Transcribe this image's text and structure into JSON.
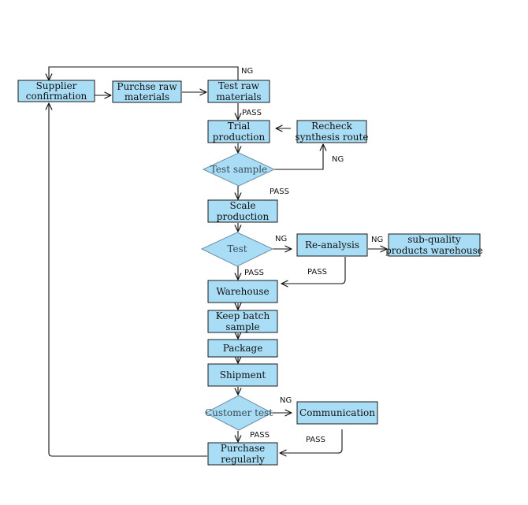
{
  "colors": {
    "node_fill": "#a9ddf5",
    "node_border": "#1a1a1a",
    "diamond_border": "#6d8fa8",
    "edge": "#111111"
  },
  "nodes": {
    "supplier": [
      "Supplier",
      "confirmation"
    ],
    "purchase_raw": [
      "Purchse raw",
      "materials"
    ],
    "test_raw": [
      "Test raw",
      "materials"
    ],
    "trial": [
      "Trial",
      "production"
    ],
    "recheck": [
      "Recheck",
      "synthesis route"
    ],
    "test_sample": [
      "Test sample"
    ],
    "scale": [
      "Scale",
      "production"
    ],
    "test": [
      "Test"
    ],
    "reanalysis": [
      "Re-analysis"
    ],
    "subquality": [
      "sub-quality",
      "products warehouse"
    ],
    "warehouse": [
      "Warehouse"
    ],
    "keep_batch": [
      "Keep batch",
      "sample"
    ],
    "package": [
      "Package"
    ],
    "shipment": [
      "Shipment"
    ],
    "customer_test": [
      "Customer test"
    ],
    "communication": [
      "Communication"
    ],
    "purchase_regularly": [
      "Purchase",
      "regularly"
    ]
  },
  "edge_labels": {
    "ng_top": "NG",
    "pass_test_raw": "PASS",
    "ng_test_sample": "NG",
    "pass_test_sample": "PASS",
    "ng_test": "NG",
    "ng_reanalysis": "NG",
    "pass_test": "PASS",
    "pass_reanalysis": "PASS",
    "ng_customer": "NG",
    "pass_customer": "PASS",
    "pass_communication": "PASS"
  }
}
